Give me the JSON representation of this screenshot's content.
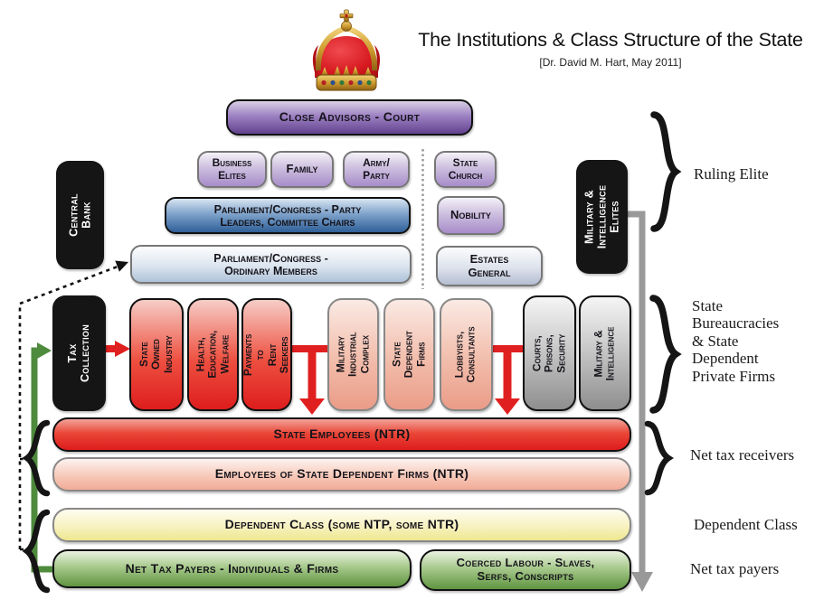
{
  "header": {
    "title": "The Institutions & Class Structure of the State",
    "subtitle": "[Dr. David M. Hart, May 2011]",
    "crown_icon": "royal-crown"
  },
  "ruling_elite": {
    "close_advisors": "Close Advisors - Court",
    "business_elites": "Business\nElites",
    "family": "Family",
    "army_party": "Army/\nParty",
    "state_church": "State\nChurch",
    "central_bank": "Central\nBank",
    "parliament_leaders": "Parliament/Congress - Party\nLeaders, Committee Chairs",
    "nobility": "Nobility",
    "parliament_ordinary": "Parliament/Congress -\nOrdinary Members",
    "estates_general": "Estates\nGeneral",
    "military_intelligence_elites": "Military &\nIntelligence\nElites"
  },
  "bureaucracy": {
    "tax_collection": "Tax\nCollection",
    "state_owned_industry": "State\nOwned\nIndustry",
    "health_education_welfare": "Health,\nEducation,\nWelfare",
    "payments_rent_seekers": "Payments to\nRent Seekers",
    "military_industrial_complex": "Military\nIndustrial\nComplex",
    "state_dependent_firms": "State\nDependent\nFirms",
    "lobbyists_consultants": "Lobbyists,\nConsultants",
    "courts_prisons_security": "Courts,\nPrisons,\nSecurity",
    "military_intelligence": "Military &\nIntelligence"
  },
  "classes": {
    "state_employees": "State Employees (NTR)",
    "employees_dependent_firms": "Employees of State Dependent Firms (NTR)",
    "dependent_class": "Dependent Class (some NTP, some NTR)",
    "net_tax_payers": "Net Tax Payers - Individuals & Firms",
    "coerced_labour": "Coerced Labour - Slaves,\nSerfs, Conscripts"
  },
  "side_labels": {
    "ruling_elite": "Ruling Elite",
    "state_bureaucracies": "State\nBureaucracies\n& State\nDependent\nPrivate Firms",
    "net_tax_receivers": "Net tax receivers",
    "dependent_class": "Dependent Class",
    "net_tax_payers": "Net tax payers"
  },
  "colors": {
    "purple_dark": "#62418f",
    "purple_light": "#a78cc9",
    "blue_strong": "#2f5f98",
    "red_flow": "#e02020",
    "salmon": "#ea9c88",
    "gray_box": "#8e8e8e",
    "yellow_bar": "#eee78f",
    "green_bar": "#5f9440",
    "green_arrow": "#4e8b3d",
    "gray_arrow": "#999999",
    "black_box": "#151515"
  }
}
